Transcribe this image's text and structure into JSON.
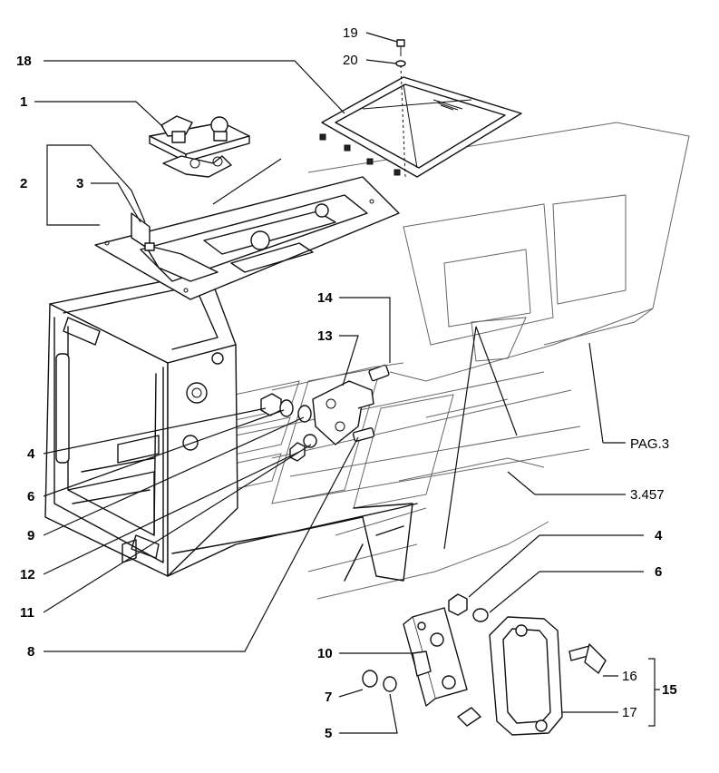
{
  "callouts": [
    {
      "id": "c19",
      "label": "19"
    },
    {
      "id": "c20",
      "label": "20"
    },
    {
      "id": "c18",
      "label": "18"
    },
    {
      "id": "c1",
      "label": "1"
    },
    {
      "id": "c2",
      "label": "2"
    },
    {
      "id": "c3",
      "label": "3"
    },
    {
      "id": "c14",
      "label": "14"
    },
    {
      "id": "c13",
      "label": "13"
    },
    {
      "id": "cpag3",
      "label": "PAG.3"
    },
    {
      "id": "c4a",
      "label": "4"
    },
    {
      "id": "c6a",
      "label": "6"
    },
    {
      "id": "c3457",
      "label": "3.457"
    },
    {
      "id": "c9",
      "label": "9"
    },
    {
      "id": "c4b",
      "label": "4"
    },
    {
      "id": "c12",
      "label": "12"
    },
    {
      "id": "c6b",
      "label": "6"
    },
    {
      "id": "c11",
      "label": "11"
    },
    {
      "id": "c8",
      "label": "8"
    },
    {
      "id": "c10",
      "label": "10"
    },
    {
      "id": "c16",
      "label": "16"
    },
    {
      "id": "c15",
      "label": "15"
    },
    {
      "id": "c7",
      "label": "7"
    },
    {
      "id": "c17",
      "label": "17"
    },
    {
      "id": "c5",
      "label": "5"
    }
  ]
}
